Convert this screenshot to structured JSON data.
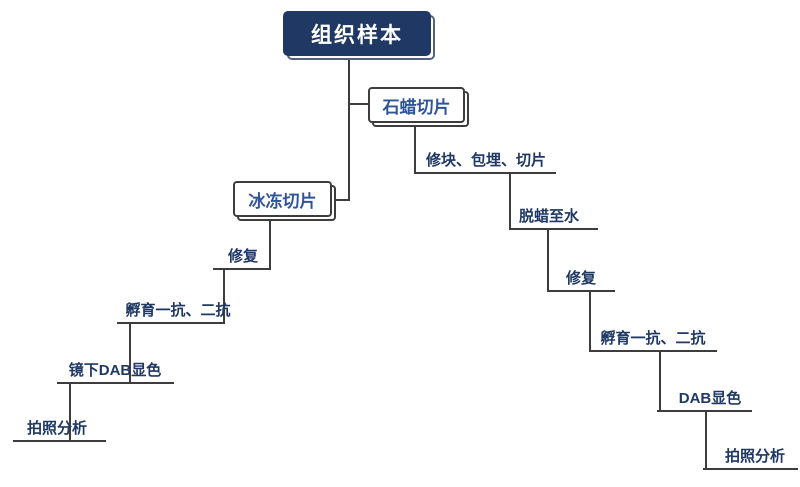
{
  "root": {
    "label": "组织样本"
  },
  "paraffin": {
    "label": "石蜡切片",
    "steps": [
      "修块、包埋、切片",
      "脱蜡至水",
      "修复",
      "孵育一抗、二抗",
      "DAB显色",
      "拍照分析"
    ]
  },
  "frozen": {
    "label": "冰冻切片",
    "steps": [
      "修复",
      "孵育一抗、二抗",
      "镜下DAB显色",
      "拍照分析"
    ]
  },
  "colors": {
    "root_background": "#1F3864",
    "branch_box_text": "#2E5597",
    "connector_line": "#3D3D3D",
    "step_label_text": "#1F3864"
  }
}
